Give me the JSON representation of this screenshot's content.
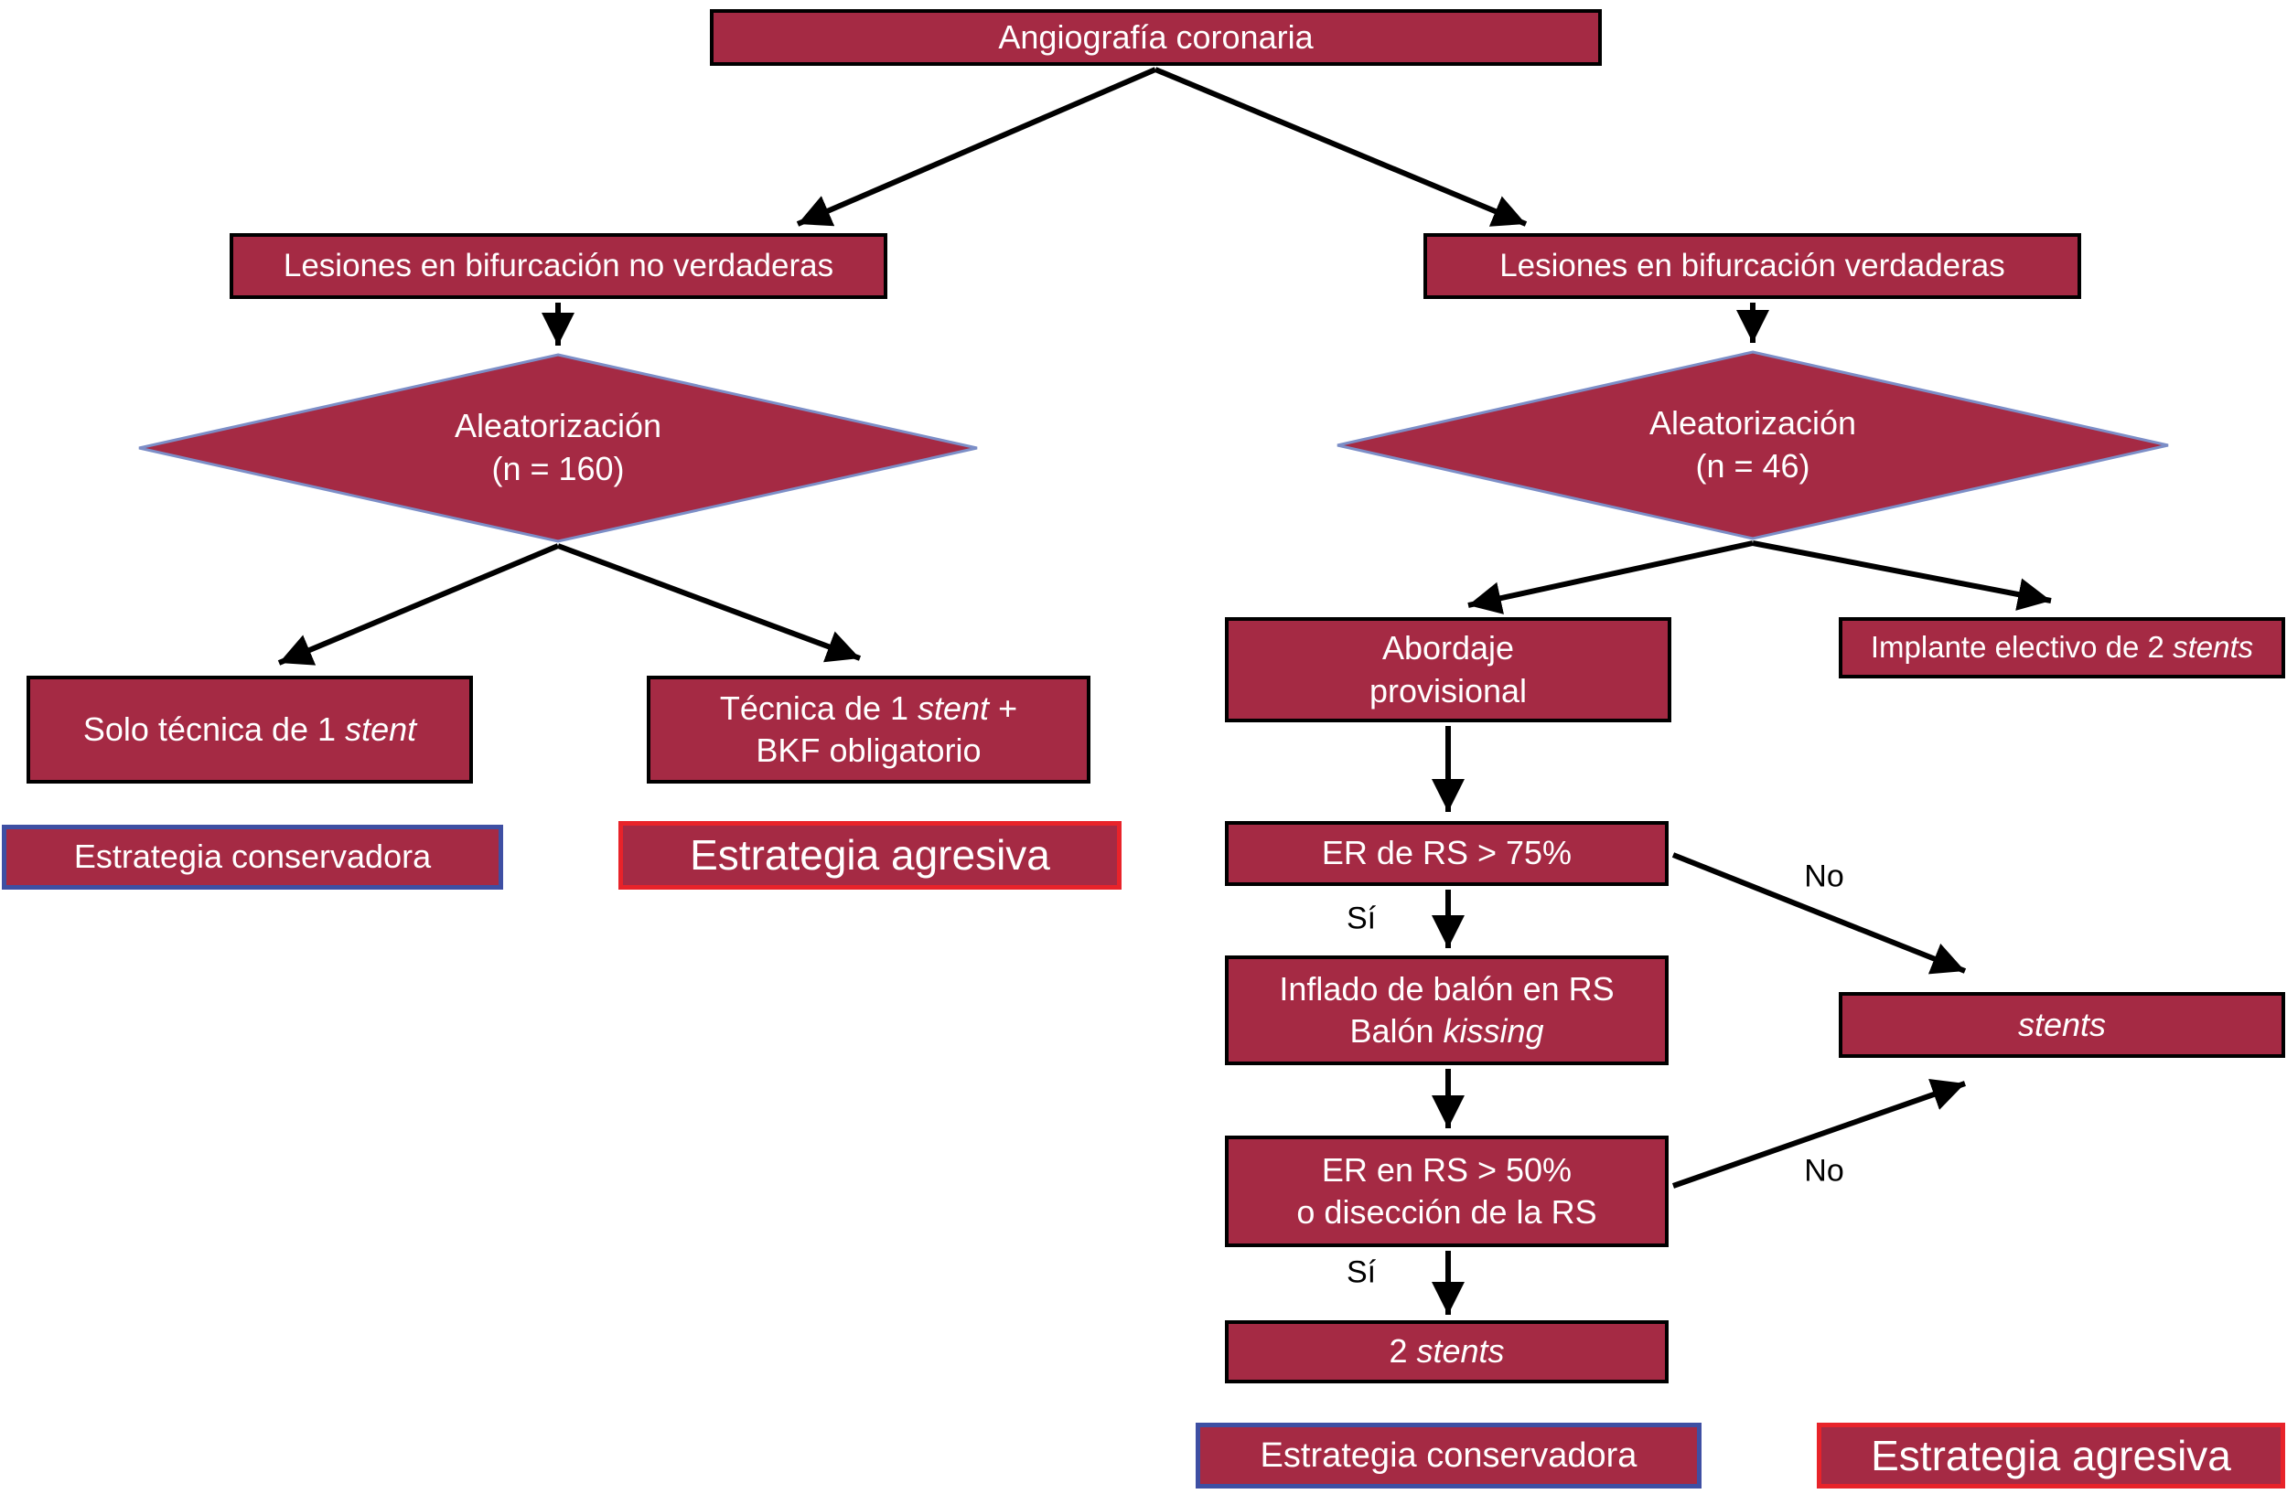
{
  "colors": {
    "box_fill": "#A52A44",
    "box_border": "#000000",
    "diamond_border": "#7C8EC7",
    "blue_border": "#3E4FA3",
    "red_border": "#E8232A",
    "node_text": "#FFFFFF",
    "edge_label": "#000000"
  },
  "nodes": {
    "root": {
      "label": "Angiografía coronaria"
    },
    "left_branch": {
      "label": "Lesiones en bifurcación no verdaderas"
    },
    "right_branch": {
      "label": "Lesiones en bifurcación verdaderas"
    },
    "left_diamond": {
      "line1": "Aleatorización",
      "line2": "(n = 160)"
    },
    "right_diamond": {
      "line1": "Aleatorización",
      "line2": "(n = 46)"
    },
    "solo_stent": {
      "text": "Solo técnica de 1 ",
      "italic": "stent"
    },
    "stent_bkf": {
      "l1a": "Técnica de 1 ",
      "l1b": "stent",
      "l1c": " +",
      "l2": "BKF obligatorio"
    },
    "conservative_left": {
      "label": "Estrategia conservadora"
    },
    "aggressive_left": {
      "label": "Estrategia agresiva"
    },
    "provisional": {
      "line1": "Abordaje",
      "line2": "provisional"
    },
    "elective": {
      "text": "Implante electivo de 2 ",
      "italic": "stents"
    },
    "er75": {
      "label": "ER de RS > 75%"
    },
    "balloon": {
      "line1": "Inflado de balón en RS",
      "l2a": "Balón ",
      "l2b": "kissing"
    },
    "stents": {
      "label": "stents"
    },
    "er50": {
      "line1": "ER en RS > 50%",
      "line2": "o disección de la RS"
    },
    "two_stents": {
      "text": "2 ",
      "italic": "stents"
    },
    "conservative_right": {
      "label": "Estrategia conservadora"
    },
    "aggressive_right": {
      "label": "Estrategia agresiva"
    }
  },
  "edge_labels": {
    "er75_yes": "Sí",
    "er75_no": "No",
    "er50_yes": "Sí",
    "er50_no": "No"
  }
}
